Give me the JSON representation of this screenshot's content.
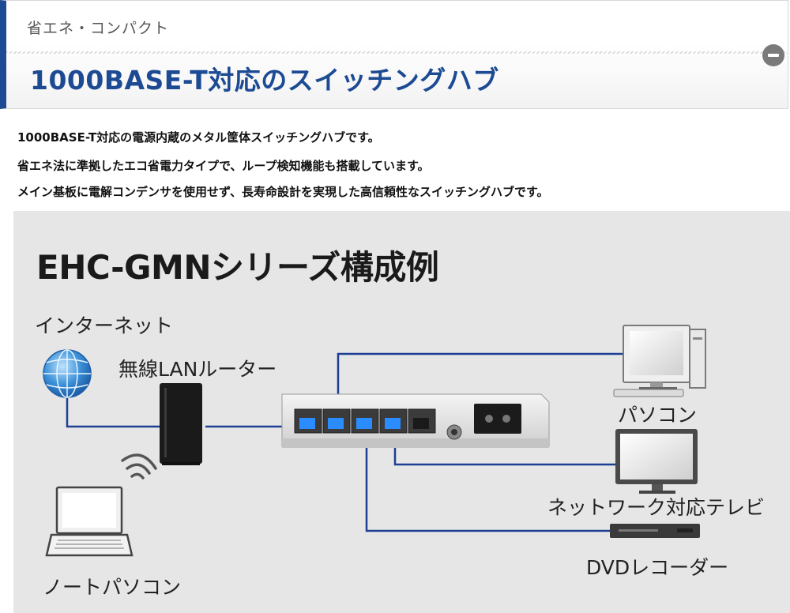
{
  "header": {
    "subtitle": "省エネ・コンパクト",
    "title": "1000BASE-T対応のスイッチングハブ"
  },
  "description": [
    "1000BASE-T対応の電源内蔵のメタル筐体スイッチングハブです。",
    "省エネ法に準拠したエコ省電力タイプで、ループ検知機能も搭載しています。",
    "メイン基板に電解コンデンサを使用せず、長寿命設計を実現した高信頼性なスイッチングハブです。"
  ],
  "diagram": {
    "title": "EHC-GMNシリーズ構成例",
    "labels": {
      "internet": "インターネット",
      "router": "無線LANルーター",
      "pc": "パソコン",
      "tv": "ネットワーク対応テレビ",
      "dvd": "DVDレコーダー",
      "laptop": "ノートパソコン"
    },
    "icons": [
      "globe-icon",
      "router-icon",
      "switch-icon",
      "pc-icon",
      "tv-icon",
      "dvd-recorder-icon",
      "laptop-icon",
      "wifi-icon",
      "collapse-icon"
    ],
    "colors": {
      "cable": "#1c3f94",
      "port_glow": "#2a8cff",
      "background": "#e6e6e6",
      "title_accent": "#1c4a93"
    }
  }
}
